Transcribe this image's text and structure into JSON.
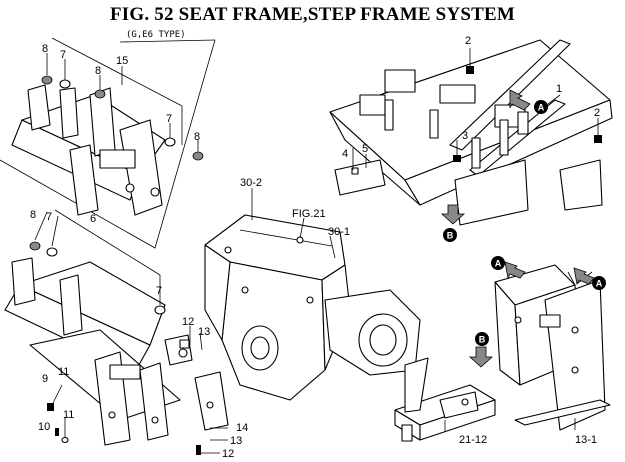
{
  "title": "FIG. 52  SEAT FRAME,STEP FRAME SYSTEM",
  "subtitle": "(G,E6 TYPE)",
  "callouts": [
    "8",
    "7",
    "8",
    "15",
    "7",
    "8",
    "8",
    "7",
    "6",
    "7",
    "12",
    "13",
    "9",
    "11",
    "10",
    "11",
    "12",
    "13",
    "14",
    "30-2",
    "FIG.21",
    "30-1",
    "2",
    "1",
    "2",
    "3",
    "5",
    "4",
    "13-1",
    "21-12"
  ],
  "markers": {
    "a": "A",
    "b": "B"
  },
  "colors": {
    "line": "#000000",
    "background": "#ffffff"
  }
}
